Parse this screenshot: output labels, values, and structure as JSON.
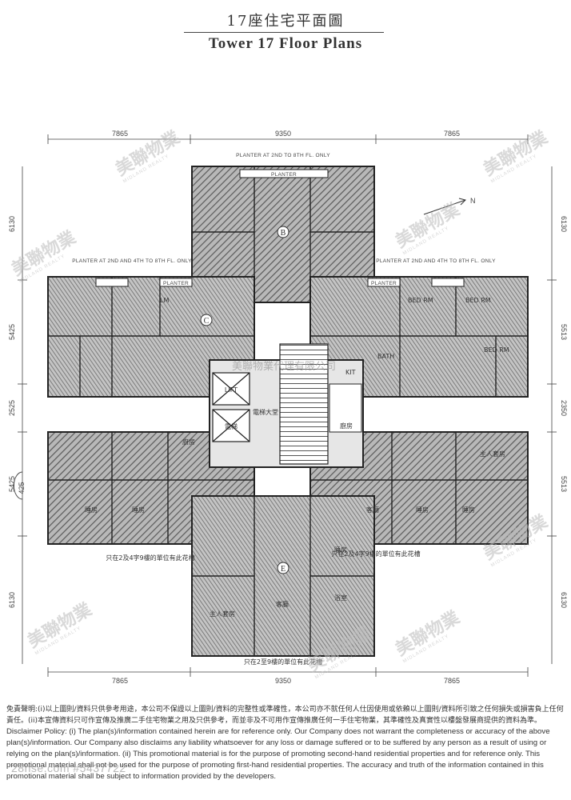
{
  "title": {
    "chinese": "17座住宅平面圖",
    "english": "Tower 17 Floor Plans"
  },
  "dimensions": {
    "top": [
      "7865",
      "9350",
      "7865"
    ],
    "bottom": [
      "7865",
      "9350",
      "7865"
    ],
    "left": [
      "6130",
      "5425",
      "2525",
      "5425",
      "6130"
    ],
    "right": [
      "6130",
      "5513",
      "2350",
      "5513",
      "6130"
    ]
  },
  "notes": {
    "planter_top": "PLANTER AT 2ND TO 8TH FL. ONLY",
    "planter_left": "PLANTER AT 2ND AND 4TH TO 8TH FL. ONLY",
    "planter_right": "PLANTER AT 2ND AND 4TH TO 8TH FL. ONLY",
    "planter": "PLANTER",
    "cn_note_lower_left": "只在2及4字9樓的單位有此花槽",
    "cn_note_lower_right": "只在2及4字9樓的單位有此花槽",
    "cn_note_bottom": "只在2至9樓的單位有此花槽"
  },
  "flats": [
    "B",
    "C",
    "E"
  ],
  "rooms": {
    "lift": "LIFT",
    "lift_cn": "電梯",
    "lobby_cn": "電梯大堂",
    "kit": "KIT",
    "lm": "LM",
    "bed_rm": "BED RM",
    "bath": "BATH",
    "kitchen_cn": "廚房",
    "master_cn": "主人套房",
    "bedroom_cn": "睡房",
    "living_cn": "客廳",
    "bathroom_cn": "浴室"
  },
  "north_arrow": "N",
  "watermarks": {
    "brand": "美聯物業",
    "sub": "MIDLAND REALTY",
    "agency": "美聯物業代理有限公司",
    "site": "28hse.com #5437722"
  },
  "disclaimer": {
    "chinese": "免責聲明:(i)以上圖則/資料只供參考用途，本公司不保證以上圖則/資料的完整性或準確性，本公司亦不就任何人仕因使用或依賴以上圖則/資料所引致之任何損失或損害負上任何責任。(ii)本宣傳資料只可作宣傳及推廣二手住宅物業之用及只供參考，而並非及不可用作宣傳推廣任何一手住宅物業，其準確性及真實性以樓盤發展商提供的資料為準。",
    "english": "Disclaimer Policy: (i) The plan(s)/information contained herein are for reference only. Our Company does not warrant the completeness or accuracy of the above plan(s)/information. Our Company also disclaims any liability whatsoever for any loss or damage suffered or to be suffered by any person as a result of using or relying on the plan(s)/information. (ii) This promotional material is for the purpose of promoting second-hand residential properties and for reference only. This promotional material shall not be used for the purpose of promoting first-hand residential properties. The accuracy and truth of the information contained in this promotional material shall be subject to information provided by the developers."
  }
}
